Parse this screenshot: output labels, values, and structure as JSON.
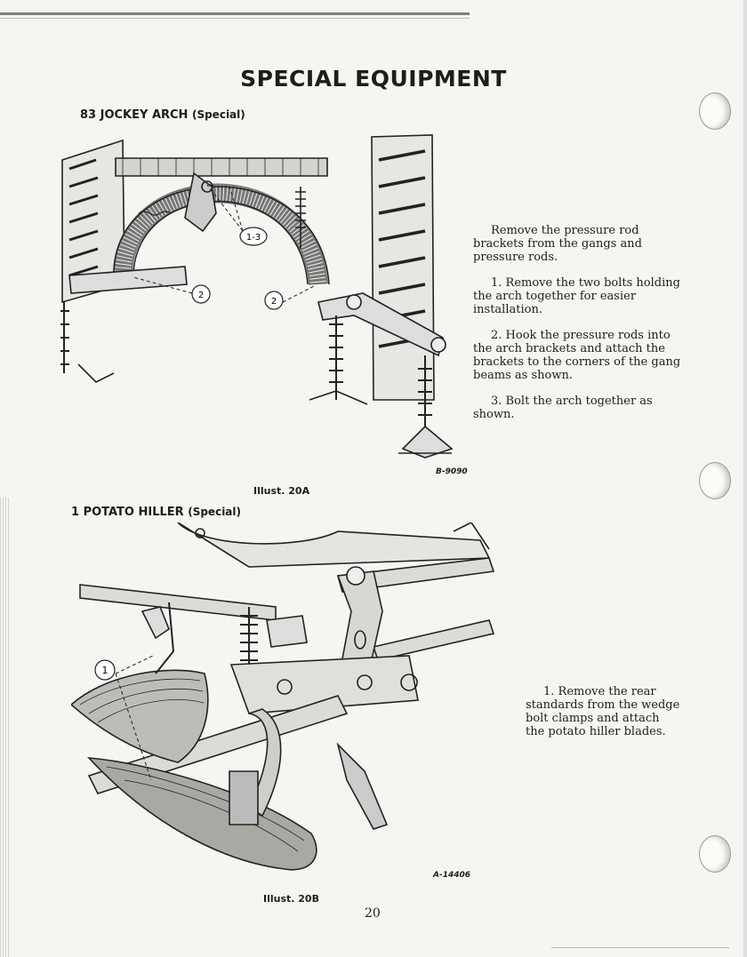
{
  "page": {
    "title": "SPECIAL EQUIPMENT",
    "page_number": "20"
  },
  "section_a": {
    "heading_main": "83 JOCKEY ARCH",
    "heading_sub": "(Special)",
    "callouts": [
      "1-3",
      "2",
      "2"
    ],
    "caption": "Illust. 20A",
    "part_number": "B-9090",
    "intro": "Remove the pressure rod brackets from the gangs and pressure rods.",
    "steps": [
      "1. Remove the two bolts holding the arch together for easier installation.",
      "2. Hook the pressure rods into the arch brackets and attach the brackets to the corners of the gang beams as shown.",
      "3. Bolt the arch together as shown."
    ]
  },
  "section_b": {
    "heading_main": "1 POTATO HILLER",
    "heading_sub": "(Special)",
    "callouts": [
      "1"
    ],
    "caption": "Illust. 20B",
    "part_number": "A-14406",
    "steps": [
      "1. Remove the rear standards from the wedge bolt clamps and attach the potato hiller blades."
    ]
  }
}
